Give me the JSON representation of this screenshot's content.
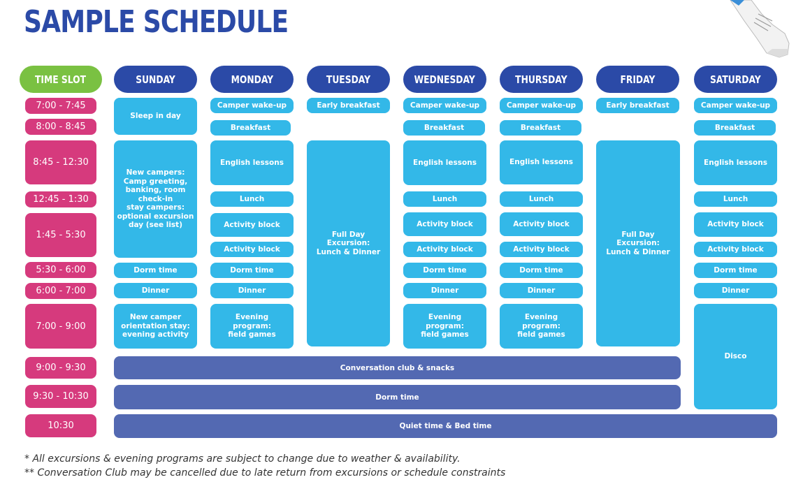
{
  "title": "SAMPLE SCHEDULE",
  "colors": {
    "title": "#2b4aa7",
    "day_header": "#2b4aa7",
    "slot_header": "#7ac142",
    "time_slot": "#d63a7d",
    "activity": "#33b8e8",
    "shared_bar": "#5369b2"
  },
  "headers": {
    "time_slot": "TIME SLOT",
    "sunday": "SUNDAY",
    "monday": "MONDAY",
    "tuesday": "TUESDAY",
    "wednesday": "WEDNESDAY",
    "thursday": "THURSDAY",
    "friday": "FRIDAY",
    "saturday": "SATURDAY"
  },
  "time_slots": [
    "7:00 - 7:45",
    "8:00 - 8:45",
    "8:45 - 12:30",
    "12:45 - 1:30",
    "1:45 - 5:30",
    "5:30 - 6:00",
    "6:00 - 7:00",
    "7:00 - 9:00",
    "9:00 - 9:30",
    "9:30 - 10:30",
    "10:30"
  ],
  "sunday": {
    "sleep_in": "Sleep in day",
    "new_campers": "New campers:\nCamp greeting,\nbanking, room\ncheck-in\nstay campers:\noptional excursion\nday (see list)",
    "dorm_time": "Dorm time",
    "dinner": "Dinner",
    "orientation": "New camper\norientation stay:\nevening activity"
  },
  "monday": {
    "wake_up": "Camper wake-up",
    "breakfast": "Breakfast",
    "english": "English lessons",
    "lunch": "Lunch",
    "activity1": "Activity block",
    "activity2": "Activity block",
    "dorm_time": "Dorm time",
    "dinner": "Dinner",
    "evening": "Evening\nprogram:\nfield games"
  },
  "tuesday": {
    "early_breakfast": "Early breakfast",
    "excursion": "Full Day Excursion:\nLunch & Dinner"
  },
  "wednesday": {
    "wake_up": "Camper wake-up",
    "breakfast": "Breakfast",
    "english": "English lessons",
    "lunch": "Lunch",
    "activity1": "Activity block",
    "activity2": "Activity block",
    "dorm_time": "Dorm time",
    "dinner": "Dinner",
    "evening": "Evening\nprogram:\nfield games"
  },
  "thursday": {
    "wake_up": "Camper wake-up",
    "breakfast": "Breakfast",
    "english": "English lessons",
    "lunch": "Lunch",
    "activity1": "Activity block",
    "activity2": "Activity block",
    "dorm_time": "Dorm time",
    "dinner": "Dinner",
    "evening": "Evening\nprogram:\nfield games"
  },
  "friday": {
    "early_breakfast": "Early breakfast",
    "excursion": "Full Day Excursion:\nLunch & Dinner"
  },
  "saturday": {
    "wake_up": "Camper wake-up",
    "breakfast": "Breakfast",
    "english": "English lessons",
    "lunch": "Lunch",
    "activity1": "Activity block",
    "activity2": "Activity block",
    "dorm_time": "Dorm time",
    "dinner": "Dinner",
    "disco": "Disco"
  },
  "shared": {
    "conversation_club": "Conversation club & snacks",
    "dorm_time": "Dorm time",
    "quiet_time": "Quiet time & Bed time"
  },
  "notes": {
    "note1": "* All excursions & evening programs are subject to change due to weather & availability.",
    "note2": "** Conversation Club may be cancelled due to late return from excursions or schedule constraints"
  }
}
